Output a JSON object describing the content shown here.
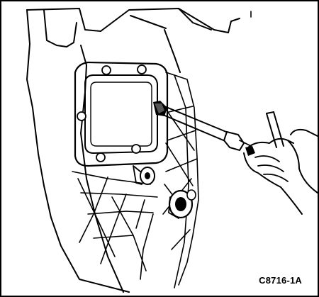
{
  "figure": {
    "caption": "C8716-1A"
  },
  "colors": {
    "line": "#000000",
    "background": "#ffffff"
  },
  "icons": [
    "transmission-case-illustration",
    "inspection-cover-plate",
    "extension-tool-icon",
    "hand-illustration",
    "pin-punch-icon"
  ]
}
